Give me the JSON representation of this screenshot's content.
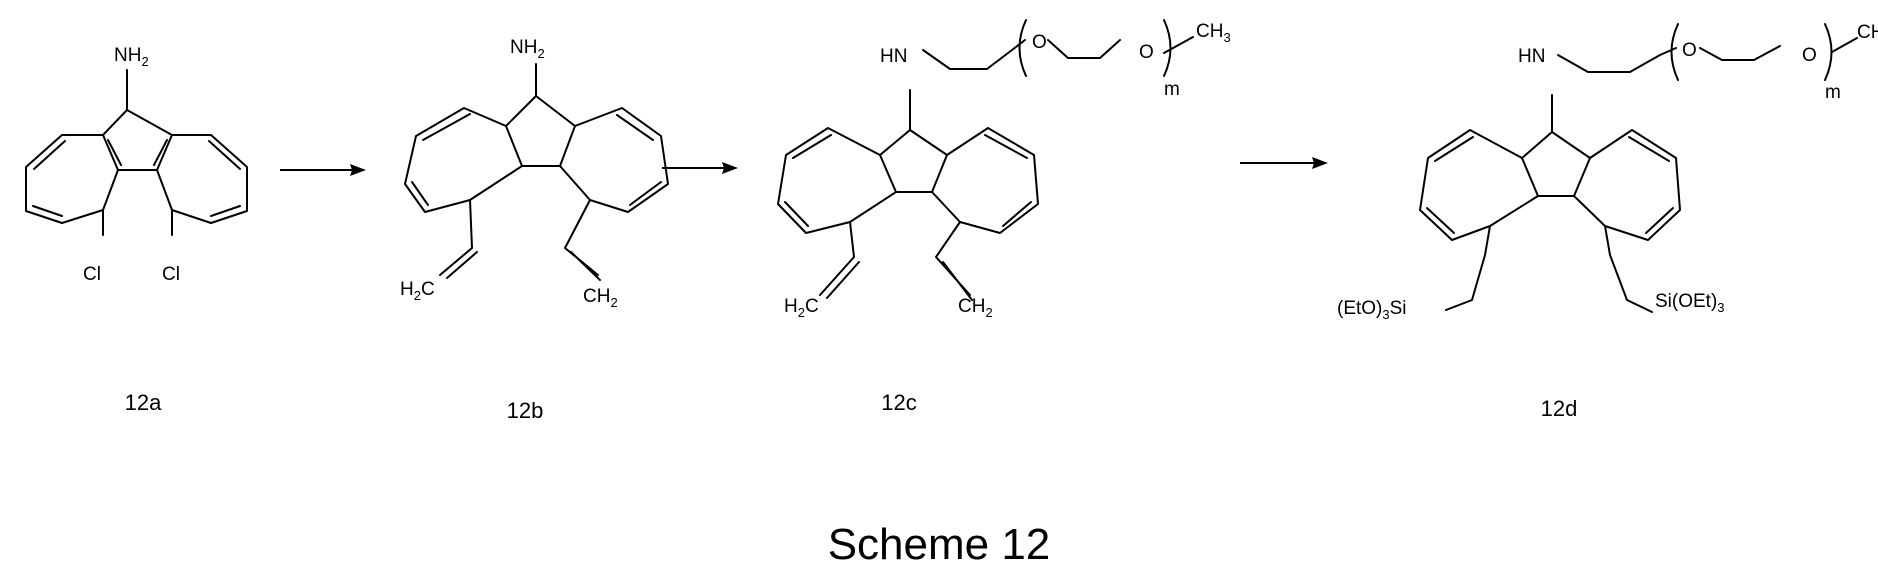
{
  "scheme": {
    "title": "Scheme 12",
    "compounds": [
      {
        "label": "12a"
      },
      {
        "label": "12b"
      },
      {
        "label": "12c"
      },
      {
        "label": "12d"
      }
    ],
    "atoms": {
      "nh": "NH",
      "hn": "HN",
      "two": "2",
      "three": "3",
      "cl": "Cl",
      "h": "H",
      "c": "C",
      "ch": "CH",
      "o": "O",
      "m": "m",
      "eto_open": "(EtO)",
      "si": "Si",
      "si_oet": "Si(OEt)"
    }
  }
}
